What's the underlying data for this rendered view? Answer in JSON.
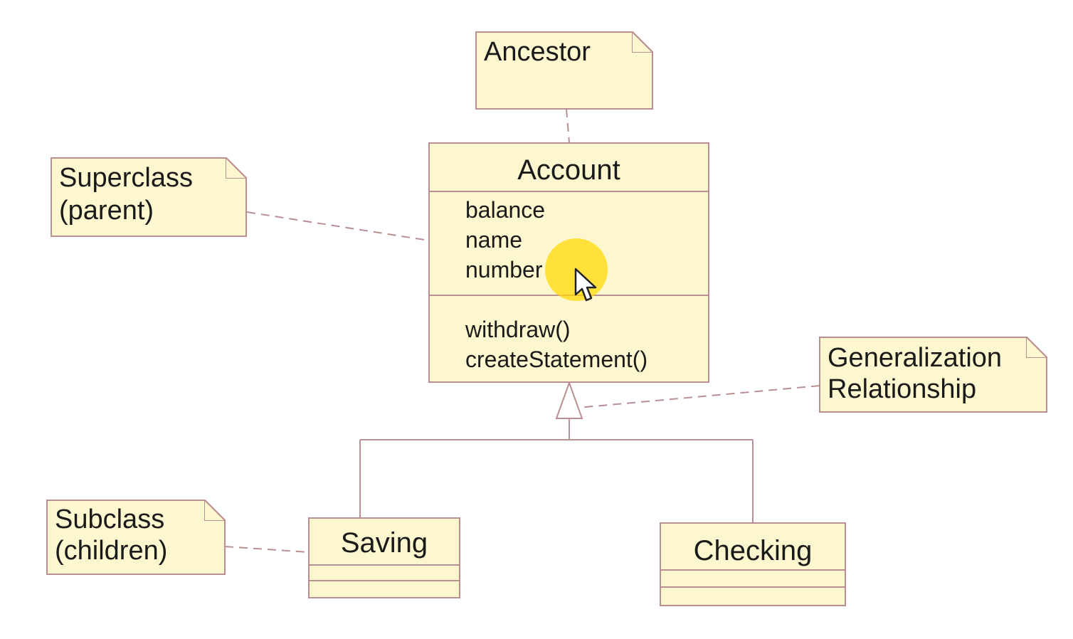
{
  "colors": {
    "fill": "#fdf7cf",
    "stroke": "#b98f93",
    "text": "#1a1a1a",
    "cursor_highlight": "#ffd800"
  },
  "notes": {
    "ancestor": {
      "lines": [
        "Ancestor"
      ]
    },
    "superclass": {
      "lines": [
        "Superclass",
        "(parent)"
      ]
    },
    "generalization": {
      "lines": [
        "Generalization",
        "Relationship"
      ]
    },
    "subclass": {
      "lines": [
        "Subclass",
        "(children)"
      ]
    }
  },
  "classes": {
    "account": {
      "name": "Account",
      "attributes": [
        "balance",
        "name",
        "number"
      ],
      "operations": [
        "withdraw()",
        "createStatement()"
      ]
    },
    "saving": {
      "name": "Saving"
    },
    "checking": {
      "name": "Checking"
    }
  },
  "icons": {
    "cursor": "mouse-pointer-icon",
    "note_fold": "folded-corner-icon",
    "generalization_arrow": "hollow-triangle-arrow-icon"
  }
}
